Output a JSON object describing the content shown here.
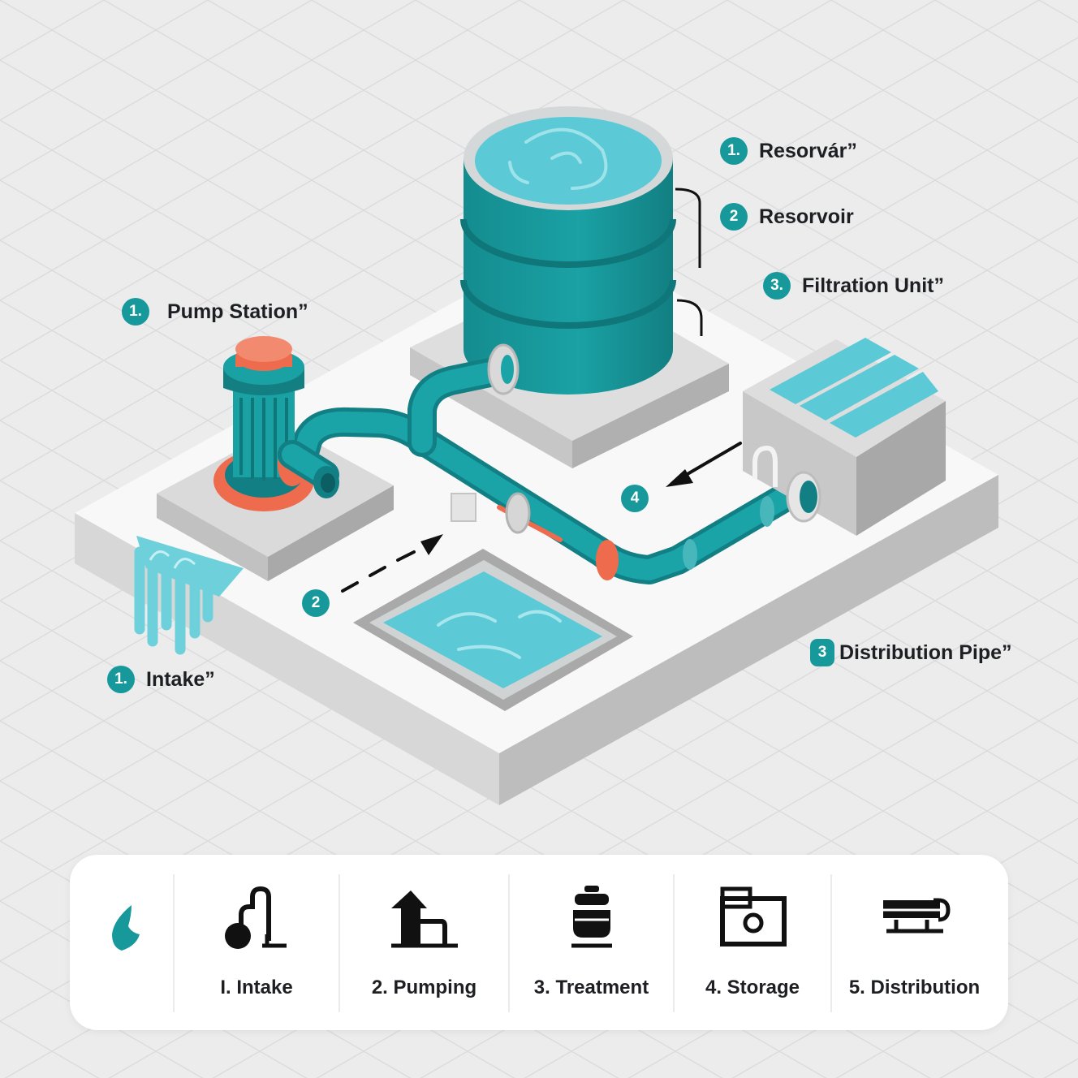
{
  "callouts": {
    "reservoir_top": {
      "number": "1.",
      "label": "Resorvár”"
    },
    "reservoir": {
      "number": "2",
      "label": "Resorvoir"
    },
    "filtration_unit": {
      "number": "3.",
      "label": "Filtration Unit”"
    },
    "pump_station": {
      "number": "1.",
      "label": "Pump Station”"
    },
    "intake": {
      "number": "1.",
      "label": "Intake”"
    },
    "flow_2": {
      "number": "2",
      "label": ""
    },
    "flow_4": {
      "number": "4",
      "label": ""
    },
    "distribution_pipe": {
      "number": "3",
      "label": "Distribution Pipe”"
    }
  },
  "legend": {
    "steps": [
      {
        "label": "I. Intake",
        "icon": "intake-icon"
      },
      {
        "label": "2. Pumping",
        "icon": "pumping-icon"
      },
      {
        "label": "3. Treatment",
        "icon": "treatment-icon"
      },
      {
        "label": "4. Storage",
        "icon": "storage-icon"
      },
      {
        "label": "5. Distribution",
        "icon": "distribution-icon"
      }
    ],
    "logo_icon": "water-leaf-icon"
  },
  "colors": {
    "teal": "#17999c",
    "teal_dark": "#117f83",
    "water": "#5cc9d6",
    "orange": "#ee6b4d",
    "platform": "#f7f7f7",
    "concrete": "#cfcfcf",
    "background": "#ececed"
  }
}
